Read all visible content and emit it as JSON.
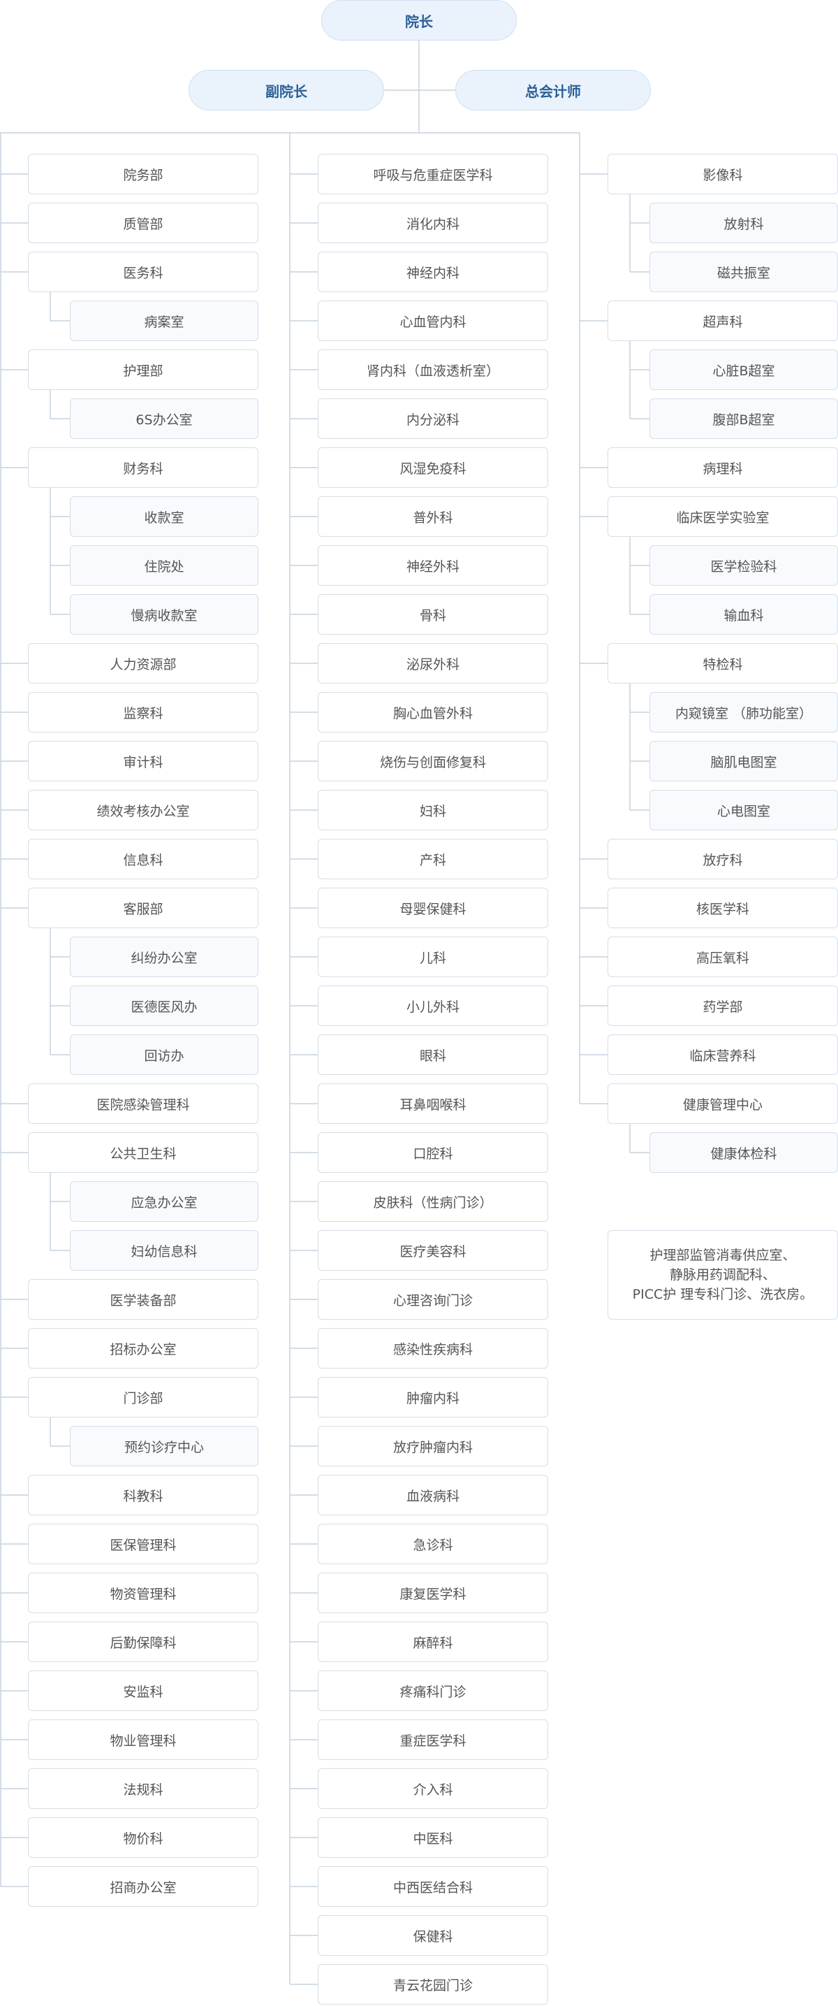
{
  "top": {
    "president": "院长",
    "vice_president": "副院长",
    "chief_accountant": "总会计师"
  },
  "col1": [
    {
      "label": "院务部"
    },
    {
      "label": "质管部"
    },
    {
      "label": "医务科",
      "children": [
        "病案室"
      ]
    },
    {
      "label": "护理部",
      "children": [
        "6S办公室"
      ]
    },
    {
      "label": "财务科",
      "children": [
        "收款室",
        "住院处",
        "慢病收款室"
      ]
    },
    {
      "label": "人力资源部"
    },
    {
      "label": "监察科"
    },
    {
      "label": "审计科"
    },
    {
      "label": "绩效考核办公室"
    },
    {
      "label": "信息科"
    },
    {
      "label": "客服部",
      "children": [
        "纠纷办公室",
        "医德医风办",
        "回访办"
      ]
    },
    {
      "label": "医院感染管理科"
    },
    {
      "label": "公共卫生科",
      "children": [
        "应急办公室",
        "妇幼信息科"
      ]
    },
    {
      "label": "医学装备部"
    },
    {
      "label": "招标办公室"
    },
    {
      "label": "门诊部",
      "children": [
        "预约诊疗中心"
      ]
    },
    {
      "label": "科教科"
    },
    {
      "label": "医保管理科"
    },
    {
      "label": "物资管理科"
    },
    {
      "label": "后勤保障科"
    },
    {
      "label": "安监科"
    },
    {
      "label": "物业管理科"
    },
    {
      "label": "法规科"
    },
    {
      "label": "物价科"
    },
    {
      "label": "招商办公室"
    }
  ],
  "col2": [
    {
      "label": "呼吸与危重症医学科"
    },
    {
      "label": "消化内科"
    },
    {
      "label": "神经内科"
    },
    {
      "label": "心血管内科"
    },
    {
      "label": "肾内科（血液透析室）"
    },
    {
      "label": "内分泌科"
    },
    {
      "label": "风湿免疫科"
    },
    {
      "label": "普外科"
    },
    {
      "label": "神经外科"
    },
    {
      "label": "骨科"
    },
    {
      "label": "泌尿外科"
    },
    {
      "label": "胸心血管外科"
    },
    {
      "label": "烧伤与创面修复科"
    },
    {
      "label": "妇科"
    },
    {
      "label": "产科"
    },
    {
      "label": "母婴保健科"
    },
    {
      "label": "儿科"
    },
    {
      "label": "小儿外科"
    },
    {
      "label": "眼科"
    },
    {
      "label": "耳鼻咽喉科"
    },
    {
      "label": "口腔科"
    },
    {
      "label": "皮肤科（性病门诊）"
    },
    {
      "label": "医疗美容科"
    },
    {
      "label": "心理咨询门诊"
    },
    {
      "label": "感染性疾病科"
    },
    {
      "label": "肿瘤内科"
    },
    {
      "label": "放疗肿瘤内科"
    },
    {
      "label": "血液病科"
    },
    {
      "label": "急诊科"
    },
    {
      "label": "康复医学科"
    },
    {
      "label": "麻醉科"
    },
    {
      "label": "疼痛科门诊"
    },
    {
      "label": "重症医学科"
    },
    {
      "label": "介入科"
    },
    {
      "label": "中医科"
    },
    {
      "label": "中西医结合科"
    },
    {
      "label": "保健科"
    },
    {
      "label": "青云花园门诊"
    }
  ],
  "col3": [
    {
      "label": "影像科",
      "children": [
        "放射科",
        "磁共振室"
      ]
    },
    {
      "label": "超声科",
      "children": [
        "心脏B超室",
        "腹部B超室"
      ]
    },
    {
      "label": "病理科"
    },
    {
      "label": "临床医学实验室",
      "children": [
        "医学检验科",
        "输血科"
      ]
    },
    {
      "label": "特检科",
      "children": [
        "内窥镜室 （肺功能室）",
        "脑肌电图室",
        "心电图室"
      ]
    },
    {
      "label": "放疗科"
    },
    {
      "label": "核医学科"
    },
    {
      "label": "高压氧科"
    },
    {
      "label": "药学部"
    },
    {
      "label": "临床营养科"
    },
    {
      "label": "健康管理中心",
      "children": [
        "健康体检科"
      ]
    }
  ],
  "note": {
    "lines": [
      "护理部监管消毒供应室、",
      "静脉用药调配科、",
      "PICC护 理专科门诊、洗衣房。"
    ]
  },
  "colors": {
    "line": "#c7d2de",
    "box_border": "#d6dee8",
    "pill_fill": "#eaf3fc",
    "pill_text": "#2b5f95",
    "text": "#555555"
  }
}
